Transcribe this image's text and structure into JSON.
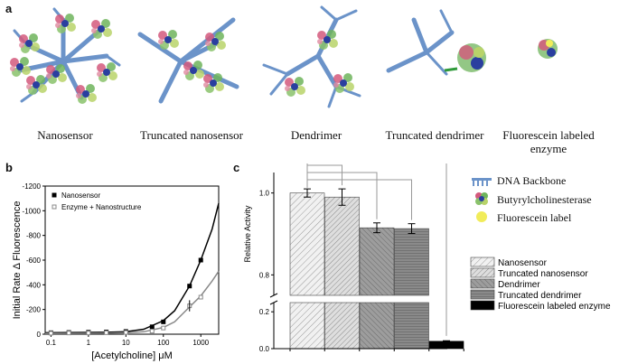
{
  "panel_a": {
    "letter": "a",
    "captions": [
      "Nanosensor",
      "Truncated nanosensor",
      "Dendrimer",
      "Truncated dendrimer",
      "Fluorescein labeled enzyme"
    ]
  },
  "panel_b": {
    "letter": "b"
  },
  "panel_c": {
    "letter": "c"
  },
  "legend_top": {
    "items": [
      {
        "label": "DNA Backbone",
        "icon": "dna-backbone-icon"
      },
      {
        "label": "Butyrylcholinesterase",
        "icon": "enzyme-icon"
      },
      {
        "label": "Fluorescein label",
        "icon": "fluorescein-dot-icon"
      }
    ]
  },
  "colors": {
    "dna": "#6b93c9",
    "fluorescein": "#f1ec5a",
    "bar_dark": "#000000"
  },
  "chart_data": [
    {
      "type": "scatter",
      "panel": "b",
      "xlabel": "[Acetylcholine] μM",
      "ylabel": "Initial Rate Δ Fluorescence",
      "x_scale": "log",
      "xlim": [
        0.07,
        3000
      ],
      "ylim": [
        0,
        -1200
      ],
      "x_ticks": [
        "0.1",
        "1",
        "10",
        "100",
        "1000"
      ],
      "y_ticks": [
        "0",
        "-200",
        "-400",
        "-600",
        "-800",
        "-1000",
        "-1200"
      ],
      "legend": "top-left",
      "series": [
        {
          "name": "Nanosensor",
          "marker": "filled-square",
          "color": "#000000",
          "points": [
            [
              0.1,
              -12
            ],
            [
              0.3,
              -14
            ],
            [
              1,
              -16
            ],
            [
              3,
              -18
            ],
            [
              10,
              -22
            ],
            [
              50,
              -60
            ],
            [
              100,
              -100
            ],
            [
              500,
              -390
            ],
            [
              1000,
              -600
            ]
          ],
          "fit": [
            [
              0.07,
              -12
            ],
            [
              3,
              -15
            ],
            [
              10,
              -20
            ],
            [
              30,
              -40
            ],
            [
              100,
              -110
            ],
            [
              200,
              -190
            ],
            [
              500,
              -390
            ],
            [
              1000,
              -600
            ],
            [
              2000,
              -850
            ],
            [
              3000,
              -1060
            ]
          ]
        },
        {
          "name": "Enzyme + Nanostructure",
          "marker": "open-square",
          "color": "#888888",
          "points": [
            [
              0.1,
              -8
            ],
            [
              0.3,
              -10
            ],
            [
              1,
              -10
            ],
            [
              3,
              -12
            ],
            [
              10,
              -14
            ],
            [
              50,
              -25
            ],
            [
              100,
              -50
            ],
            [
              500,
              -230
            ],
            [
              1000,
              -300
            ]
          ],
          "fit": [
            [
              0.07,
              -6
            ],
            [
              3,
              -8
            ],
            [
              10,
              -12
            ],
            [
              30,
              -20
            ],
            [
              100,
              -55
            ],
            [
              200,
              -100
            ],
            [
              500,
              -220
            ],
            [
              1000,
              -310
            ],
            [
              2000,
              -430
            ],
            [
              3000,
              -510
            ]
          ]
        }
      ]
    },
    {
      "type": "bar",
      "panel": "c",
      "ylabel": "Relative Activity",
      "y_axis": "broken",
      "upper_ticks": [
        "0.8",
        "1.0"
      ],
      "lower_ticks": [
        "0.0",
        "0.2"
      ],
      "categories": [
        "Nanosensor",
        "Truncated nanosensor",
        "Dendrimer",
        "Truncated dendrimer",
        "Fluorescein labeled enzyme"
      ],
      "values": [
        1.0,
        0.99,
        0.915,
        0.913,
        0.04
      ],
      "errors": [
        0.01,
        0.02,
        0.012,
        0.012,
        0.003
      ],
      "significance": "*",
      "legend": "right"
    }
  ]
}
